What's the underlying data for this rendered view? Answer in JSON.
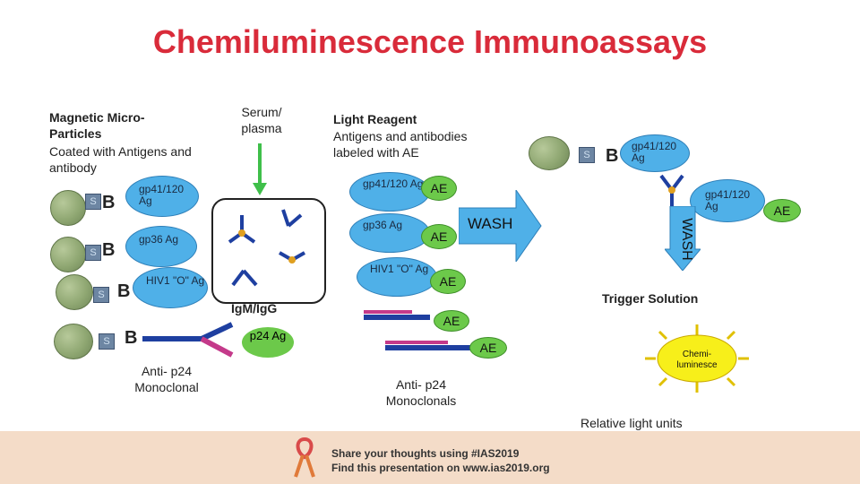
{
  "title": "Chemiluminescence Immunoassays",
  "left": {
    "heading": "Magnetic Micro-Particles",
    "sub": "Coated with Antigens and antibody",
    "ag1": "gp41/120 Ag",
    "ag2": "gp36 Ag",
    "ag3": "HIV1 \"O\" Ag",
    "anti": "Anti- p24 Monoclonal",
    "s": "S",
    "b": "B"
  },
  "middle": {
    "serum": "Serum/ plasma",
    "igm": "IgM/IgG",
    "p24": "p24 Ag"
  },
  "right": {
    "reagent": "Light Reagent",
    "reagent_sub": "Antigens and antibodies labeled with AE",
    "r_ag1": "gp41/120 Ag",
    "r_ag2": "gp36 Ag",
    "r_ag3": "HIV1 \"O\" Ag",
    "ae": "AE",
    "wash": "WASH",
    "anti": "Anti- p24 Monoclonals"
  },
  "far_right": {
    "top_ag": "gp41/120 Ag",
    "mid_ag": "gp41/120 Ag",
    "wash": "WASH",
    "trigger": "Trigger Solution",
    "chemi": "Chemi- luminesce",
    "rlu": "Relative light units"
  },
  "footer": {
    "line1": "Share your thoughts using #IAS2019",
    "line2": "Find this presentation on www.ias2019.org"
  },
  "colors": {
    "title": "#d92b3a",
    "ae_green": "#6cc94a",
    "bubble_blue": "#4fb0e8",
    "wash_blue": "#4fb0e8",
    "arrow_green": "#3fbf4a",
    "chemi_yellow": "#f7ef1a"
  }
}
